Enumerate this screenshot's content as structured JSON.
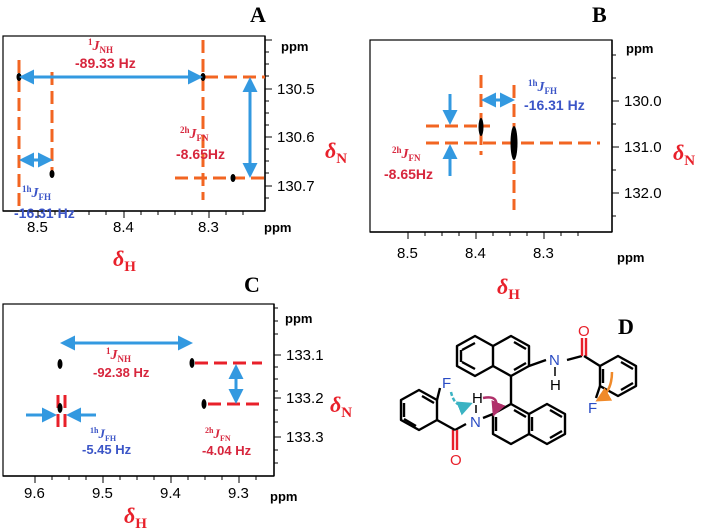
{
  "colors": {
    "orange": "#f26522",
    "red": "#e8202a",
    "blue": "#3399e0",
    "coupling_red": "#d7263d",
    "coupling_blue": "#3b55c7",
    "axis_red": "#e8202a"
  },
  "panel_a": {
    "letter": "A",
    "ppm_top": "ppm",
    "ppm_bottom": "ppm",
    "y_ticks": [
      "130.5",
      "130.6",
      "130.7"
    ],
    "x_ticks": [
      "8.5",
      "8.4",
      "8.3"
    ],
    "y_axis": "δN",
    "x_axis": "δH",
    "j_nh_sup": "1",
    "j_nh_sub": "NH",
    "j_nh_value": "-89.33 Hz",
    "j_fn_sup": "2h",
    "j_fn_sub": "FN",
    "j_fn_value": "-8.65Hz",
    "j_fh_sup": "1h",
    "j_fh_sub": "FH",
    "j_fh_value": "-16.31 Hz"
  },
  "panel_b": {
    "letter": "B",
    "ppm_top": "ppm",
    "ppm_bottom": "ppm",
    "y_ticks": [
      "130.0",
      "131.0",
      "132.0"
    ],
    "x_ticks": [
      "8.5",
      "8.4",
      "8.3"
    ],
    "y_axis": "δN",
    "x_axis": "δH",
    "j_fh_sup": "1h",
    "j_fh_sub": "FH",
    "j_fh_value": "-16.31 Hz",
    "j_fn_sup": "2h",
    "j_fn_sub": "FN",
    "j_fn_value": "-8.65Hz"
  },
  "panel_c": {
    "letter": "C",
    "ppm_top": "ppm",
    "ppm_bottom": "ppm",
    "y_ticks": [
      "133.1",
      "133.2",
      "133.3"
    ],
    "x_ticks": [
      "9.6",
      "9.5",
      "9.4",
      "9.3"
    ],
    "y_axis": "δN",
    "x_axis": "δH",
    "j_nh_sup": "1",
    "j_nh_sub": "NH",
    "j_nh_value": "-92.38 Hz",
    "j_fh_sup": "1h",
    "j_fh_sub": "FH",
    "j_fh_value": "-5.45 Hz",
    "j_fn_sup": "2h",
    "j_fn_sub": "FN",
    "j_fn_value": "-4.04 Hz"
  },
  "panel_d": {
    "letter": "D",
    "atoms": {
      "f_left": "F",
      "h_left": "H",
      "n_left": "N",
      "o_left": "O",
      "n_right": "N",
      "h_right": "H",
      "o_right": "O",
      "f_right": "F"
    }
  }
}
